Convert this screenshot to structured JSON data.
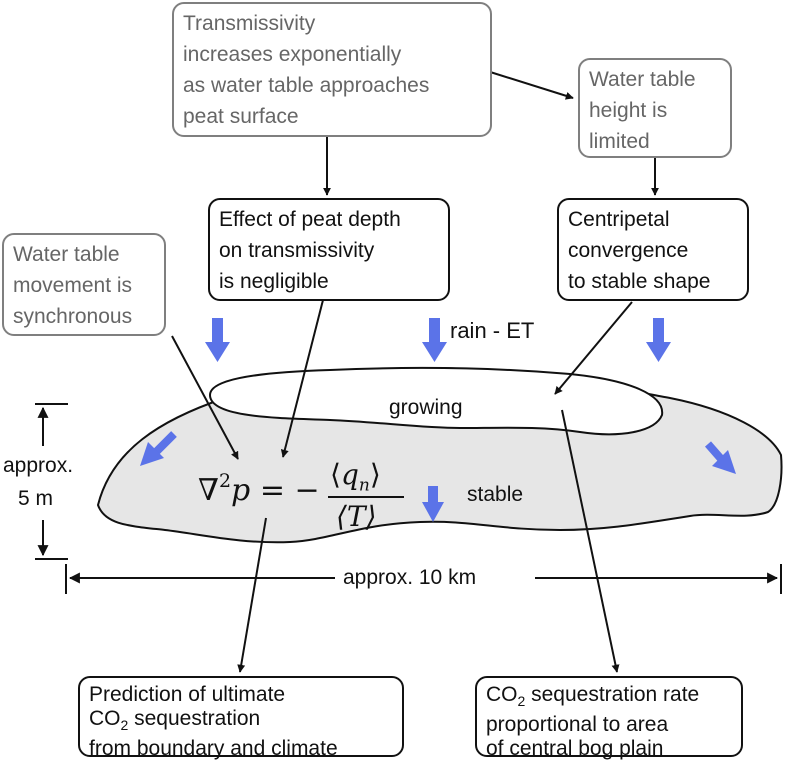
{
  "boxes": {
    "transmissivity": {
      "lines": [
        "Transmissivity",
        "increases exponentially",
        "as water table approaches",
        "peat surface"
      ]
    },
    "water_table_limited": {
      "lines": [
        "Water table",
        "height is",
        "limited"
      ]
    },
    "peat_depth": {
      "lines": [
        "Effect of peat depth",
        "on transmissivity",
        "is negligible"
      ]
    },
    "centripetal": {
      "lines": [
        "Centripetal",
        "convergence",
        "to stable shape"
      ]
    },
    "synchronous": {
      "lines": [
        "Water table",
        "movement is",
        "synchronous"
      ]
    },
    "prediction": {
      "line1": "Prediction of ultimate",
      "line2_prefix": "CO",
      "line2_sub": "2",
      "line2_suffix": " sequestration",
      "line3": "from boundary and climate"
    },
    "sequestration_rate": {
      "line1_prefix": "CO",
      "line1_sub": "2",
      "line1_suffix": " sequestration rate",
      "line2": "proportional to area",
      "line3": "of central bog plain"
    }
  },
  "labels": {
    "rain": "rain - ET",
    "growing": "growing",
    "stable": "stable",
    "height_top": "approx.",
    "height_bottom": "5 m",
    "width": "approx. 10 km"
  },
  "equation": {
    "lhs_nabla": "∇",
    "lhs_exp": "2",
    "lhs_var": "p",
    "equals": "= −",
    "num_open": "⟨",
    "num_var": "q",
    "num_sub": "n",
    "num_close": "⟩",
    "den": "⟨T⟩"
  },
  "colors": {
    "arrow_blue": "#5b73e8",
    "bog_fill": "#e6e6e6",
    "grey_box_border": "#7f7f7f",
    "grey_box_text": "#666666"
  }
}
